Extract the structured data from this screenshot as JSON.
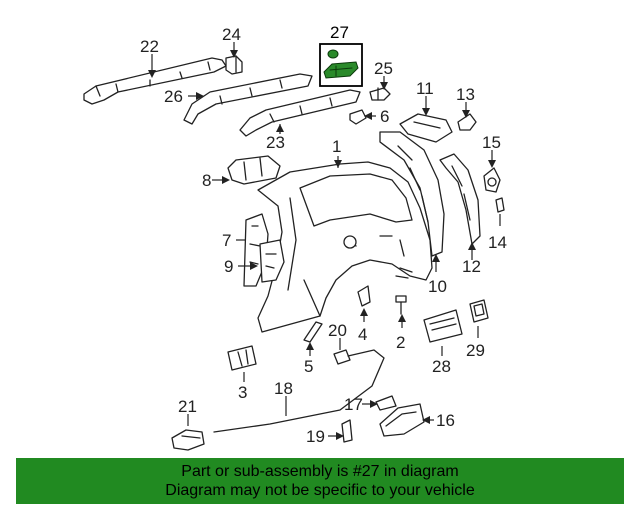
{
  "diagram": {
    "highlighted_part": "27",
    "callouts": {
      "p1": "1",
      "p2": "2",
      "p3": "3",
      "p4": "4",
      "p5": "5",
      "p6": "6",
      "p7": "7",
      "p8": "8",
      "p9": "9",
      "p10": "10",
      "p11": "11",
      "p12": "12",
      "p13": "13",
      "p14": "14",
      "p15": "15",
      "p16": "16",
      "p17": "17",
      "p18": "18",
      "p19": "19",
      "p20": "20",
      "p21": "21",
      "p22": "22",
      "p23": "23",
      "p24": "24",
      "p25": "25",
      "p26": "26",
      "p27": "27",
      "p28": "28",
      "p29": "29"
    },
    "highlight_color": "#218a21"
  },
  "banner": {
    "line1": "Part or sub-assembly is #27 in diagram",
    "line2": "Diagram may not be specific to your vehicle"
  }
}
